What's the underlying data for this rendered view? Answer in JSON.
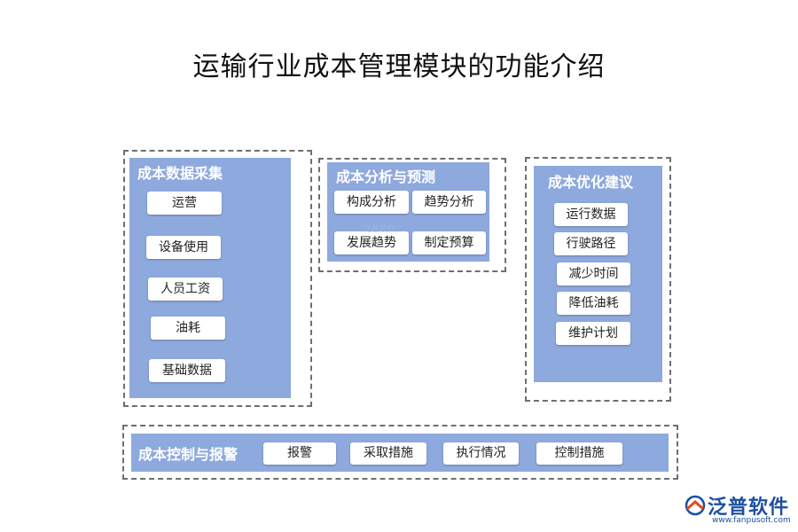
{
  "title": "运输行业成本管理模块的功能介绍",
  "sections": {
    "data_collection": {
      "title": "成本数据采集",
      "items": [
        "运营",
        "设备使用",
        "人员工资",
        "油耗",
        "基础数据"
      ]
    },
    "analysis": {
      "title": "成本分析与预测",
      "items": [
        "构成分析",
        "趋势分析",
        "发展趋势",
        "制定预算"
      ]
    },
    "optimization": {
      "title": "成本优化建议",
      "items": [
        "运行数据",
        "行驶路径",
        "减少时间",
        "降低油耗",
        "维护计划"
      ]
    },
    "control": {
      "title": "成本控制与报警",
      "items": [
        "报警",
        "采取措施",
        "执行情况",
        "控制措施"
      ]
    }
  },
  "watermark": "泛普软件",
  "logo": {
    "text": "泛普软件",
    "url": "www.fanpusoft.com",
    "accent": "#e8491d",
    "brand": "#1d4f9e"
  },
  "colors": {
    "panel": "#8ea9dd",
    "chip": "#ffffff",
    "dashed_border": "#6f6f6f"
  }
}
